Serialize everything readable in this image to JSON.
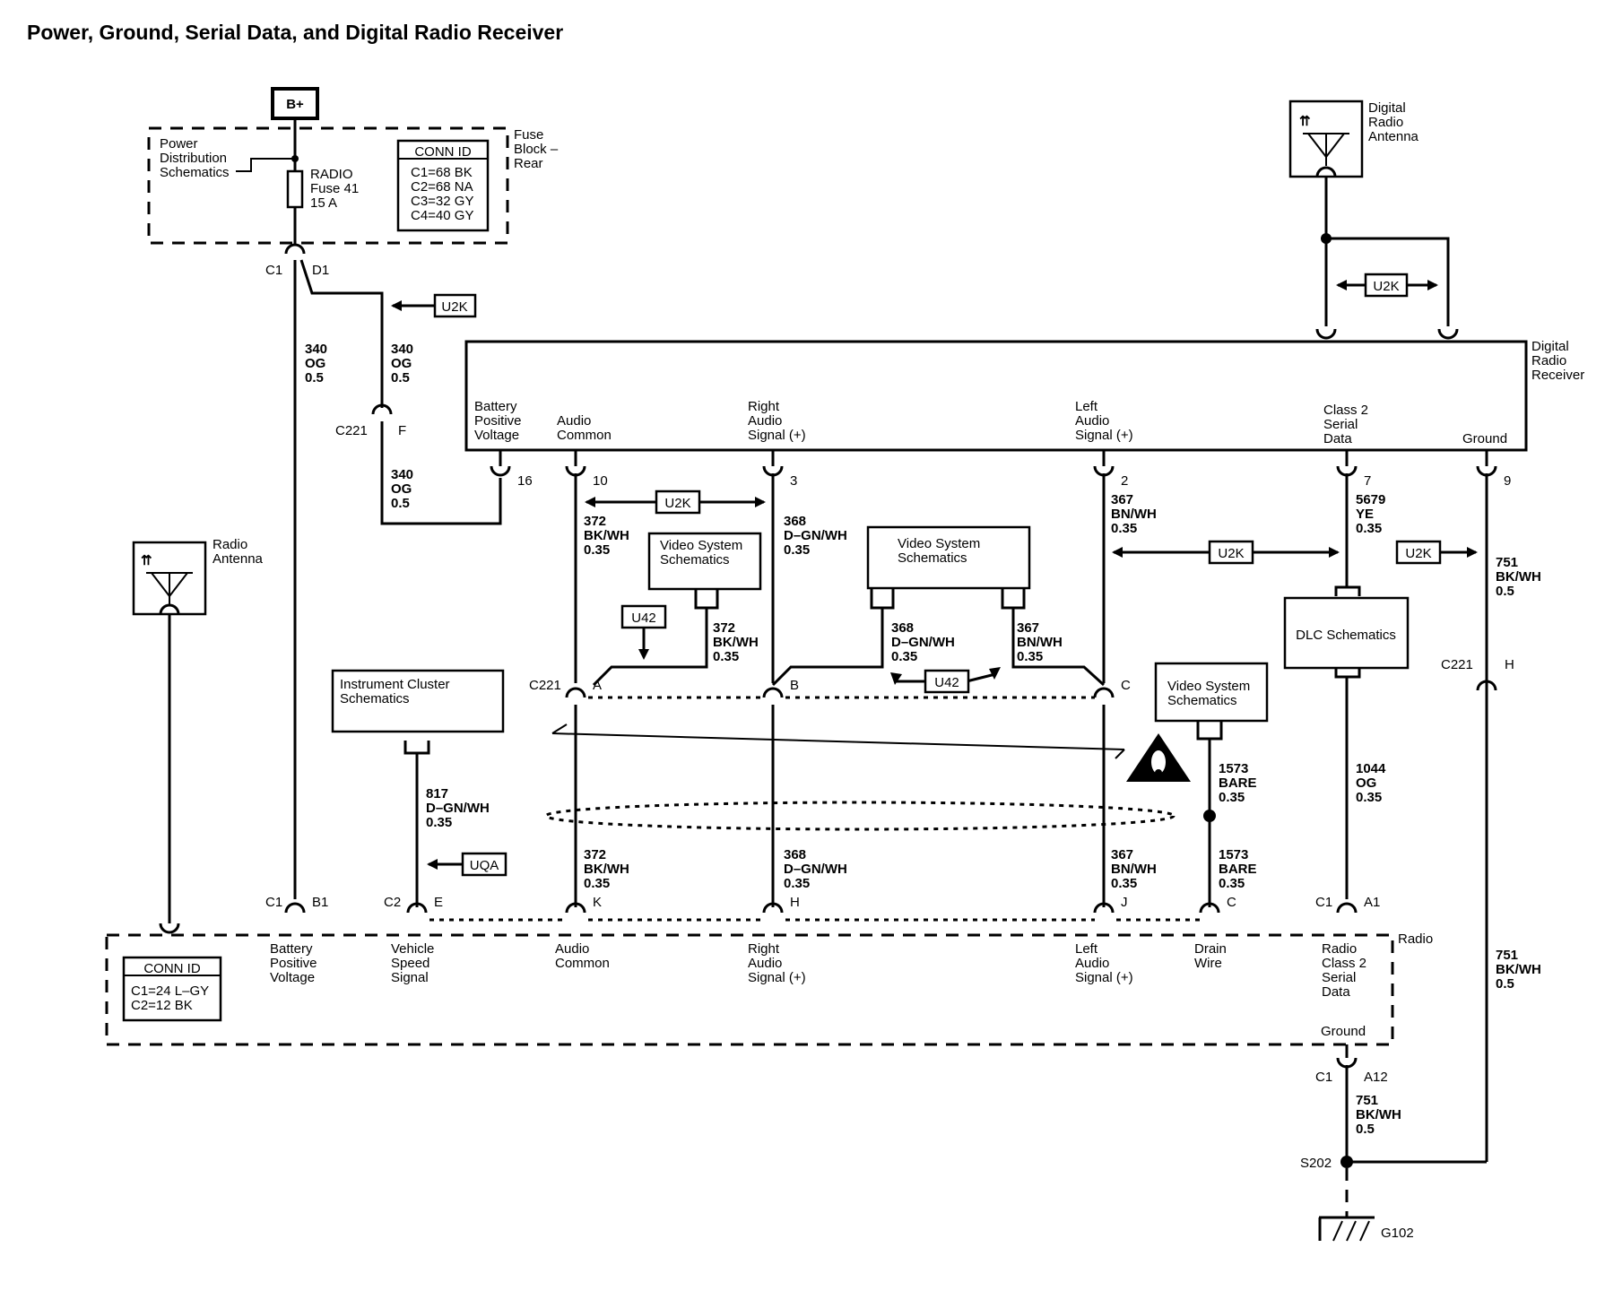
{
  "title": "Power, Ground, Serial Data, and Digital Radio Receiver",
  "battery": "B+",
  "power_distribution": [
    "Power",
    "Distribution",
    "Schematics"
  ],
  "fuse": [
    "RADIO",
    "Fuse 41",
    "15 A"
  ],
  "fuse_block": [
    "Fuse",
    "Block –",
    "Rear"
  ],
  "fuse_block_conn": {
    "header": "CONN ID",
    "rows": [
      "C1=68 BK",
      "C2=68 NA",
      "C3=32 GY",
      "C4=40 GY"
    ]
  },
  "radio_conn": {
    "header": "CONN ID",
    "rows": [
      "C1=24 L–GY",
      "C2=12 BK"
    ]
  },
  "digital_radio_antenna": [
    "Digital",
    "Radio",
    "Antenna"
  ],
  "radio_antenna": [
    "Radio",
    "Antenna"
  ],
  "digital_radio_receiver": [
    "Digital",
    "Radio",
    "Receiver"
  ],
  "receiver_pins": {
    "battery": [
      "Battery",
      "Positive",
      "Voltage"
    ],
    "audio_common": [
      "Audio",
      "Common"
    ],
    "right_audio": [
      "Right",
      "Audio",
      "Signal (+)"
    ],
    "left_audio": [
      "Left",
      "Audio",
      "Signal (+)"
    ],
    "class2": [
      "Class 2",
      "Serial",
      "Data"
    ],
    "ground": "Ground"
  },
  "radio_label": "Radio",
  "radio_pins": {
    "battery": [
      "Battery",
      "Positive",
      "Voltage"
    ],
    "vss": [
      "Vehicle",
      "Speed",
      "Signal"
    ],
    "audio_common": [
      "Audio",
      "Common"
    ],
    "right_audio": [
      "Right",
      "Audio",
      "Signal (+)"
    ],
    "left_audio": [
      "Left",
      "Audio",
      "Signal (+)"
    ],
    "drain": [
      "Drain",
      "Wire"
    ],
    "class2": [
      "Radio",
      "Class 2",
      "Serial",
      "Data"
    ],
    "ground": "Ground"
  },
  "schematics": {
    "video_1": [
      "Video System",
      "Schematics"
    ],
    "video_2": [
      "Video System",
      "Schematics"
    ],
    "video_3": [
      "Video System",
      "Schematics"
    ],
    "instrument": [
      "Instrument Cluster",
      "Schematics"
    ],
    "dlc": "DLC Schematics"
  },
  "options": {
    "u2k": "U2K",
    "u42": "U42",
    "uqa": "UQA"
  },
  "wires": {
    "w340": [
      "340",
      "OG",
      "0.5"
    ],
    "w372": [
      "372",
      "BK/WH",
      "0.35"
    ],
    "w368": [
      "368",
      "D–GN/WH",
      "0.35"
    ],
    "w367": [
      "367",
      "BN/WH",
      "0.35"
    ],
    "w5679": [
      "5679",
      "YE",
      "0.35"
    ],
    "w751": [
      "751",
      "BK/WH",
      "0.5"
    ],
    "w817": [
      "817",
      "D–GN/WH",
      "0.35"
    ],
    "w1573": [
      "1573",
      "BARE",
      "0.35"
    ],
    "w1044": [
      "1044",
      "OG",
      "0.35"
    ]
  },
  "connectors": {
    "c1": "C1",
    "c2": "C2",
    "c221": "C221",
    "d1": "D1",
    "f": "F",
    "b1": "B1",
    "e": "E",
    "k": "K",
    "h": "H",
    "j": "J",
    "c": "C",
    "a1": "A1",
    "a12": "A12",
    "a": "A",
    "b": "B",
    "p16": "16",
    "p10": "10",
    "p3": "3",
    "p2": "2",
    "p7": "7",
    "p9": "9"
  },
  "splice": "S202",
  "ground_label": "G102"
}
